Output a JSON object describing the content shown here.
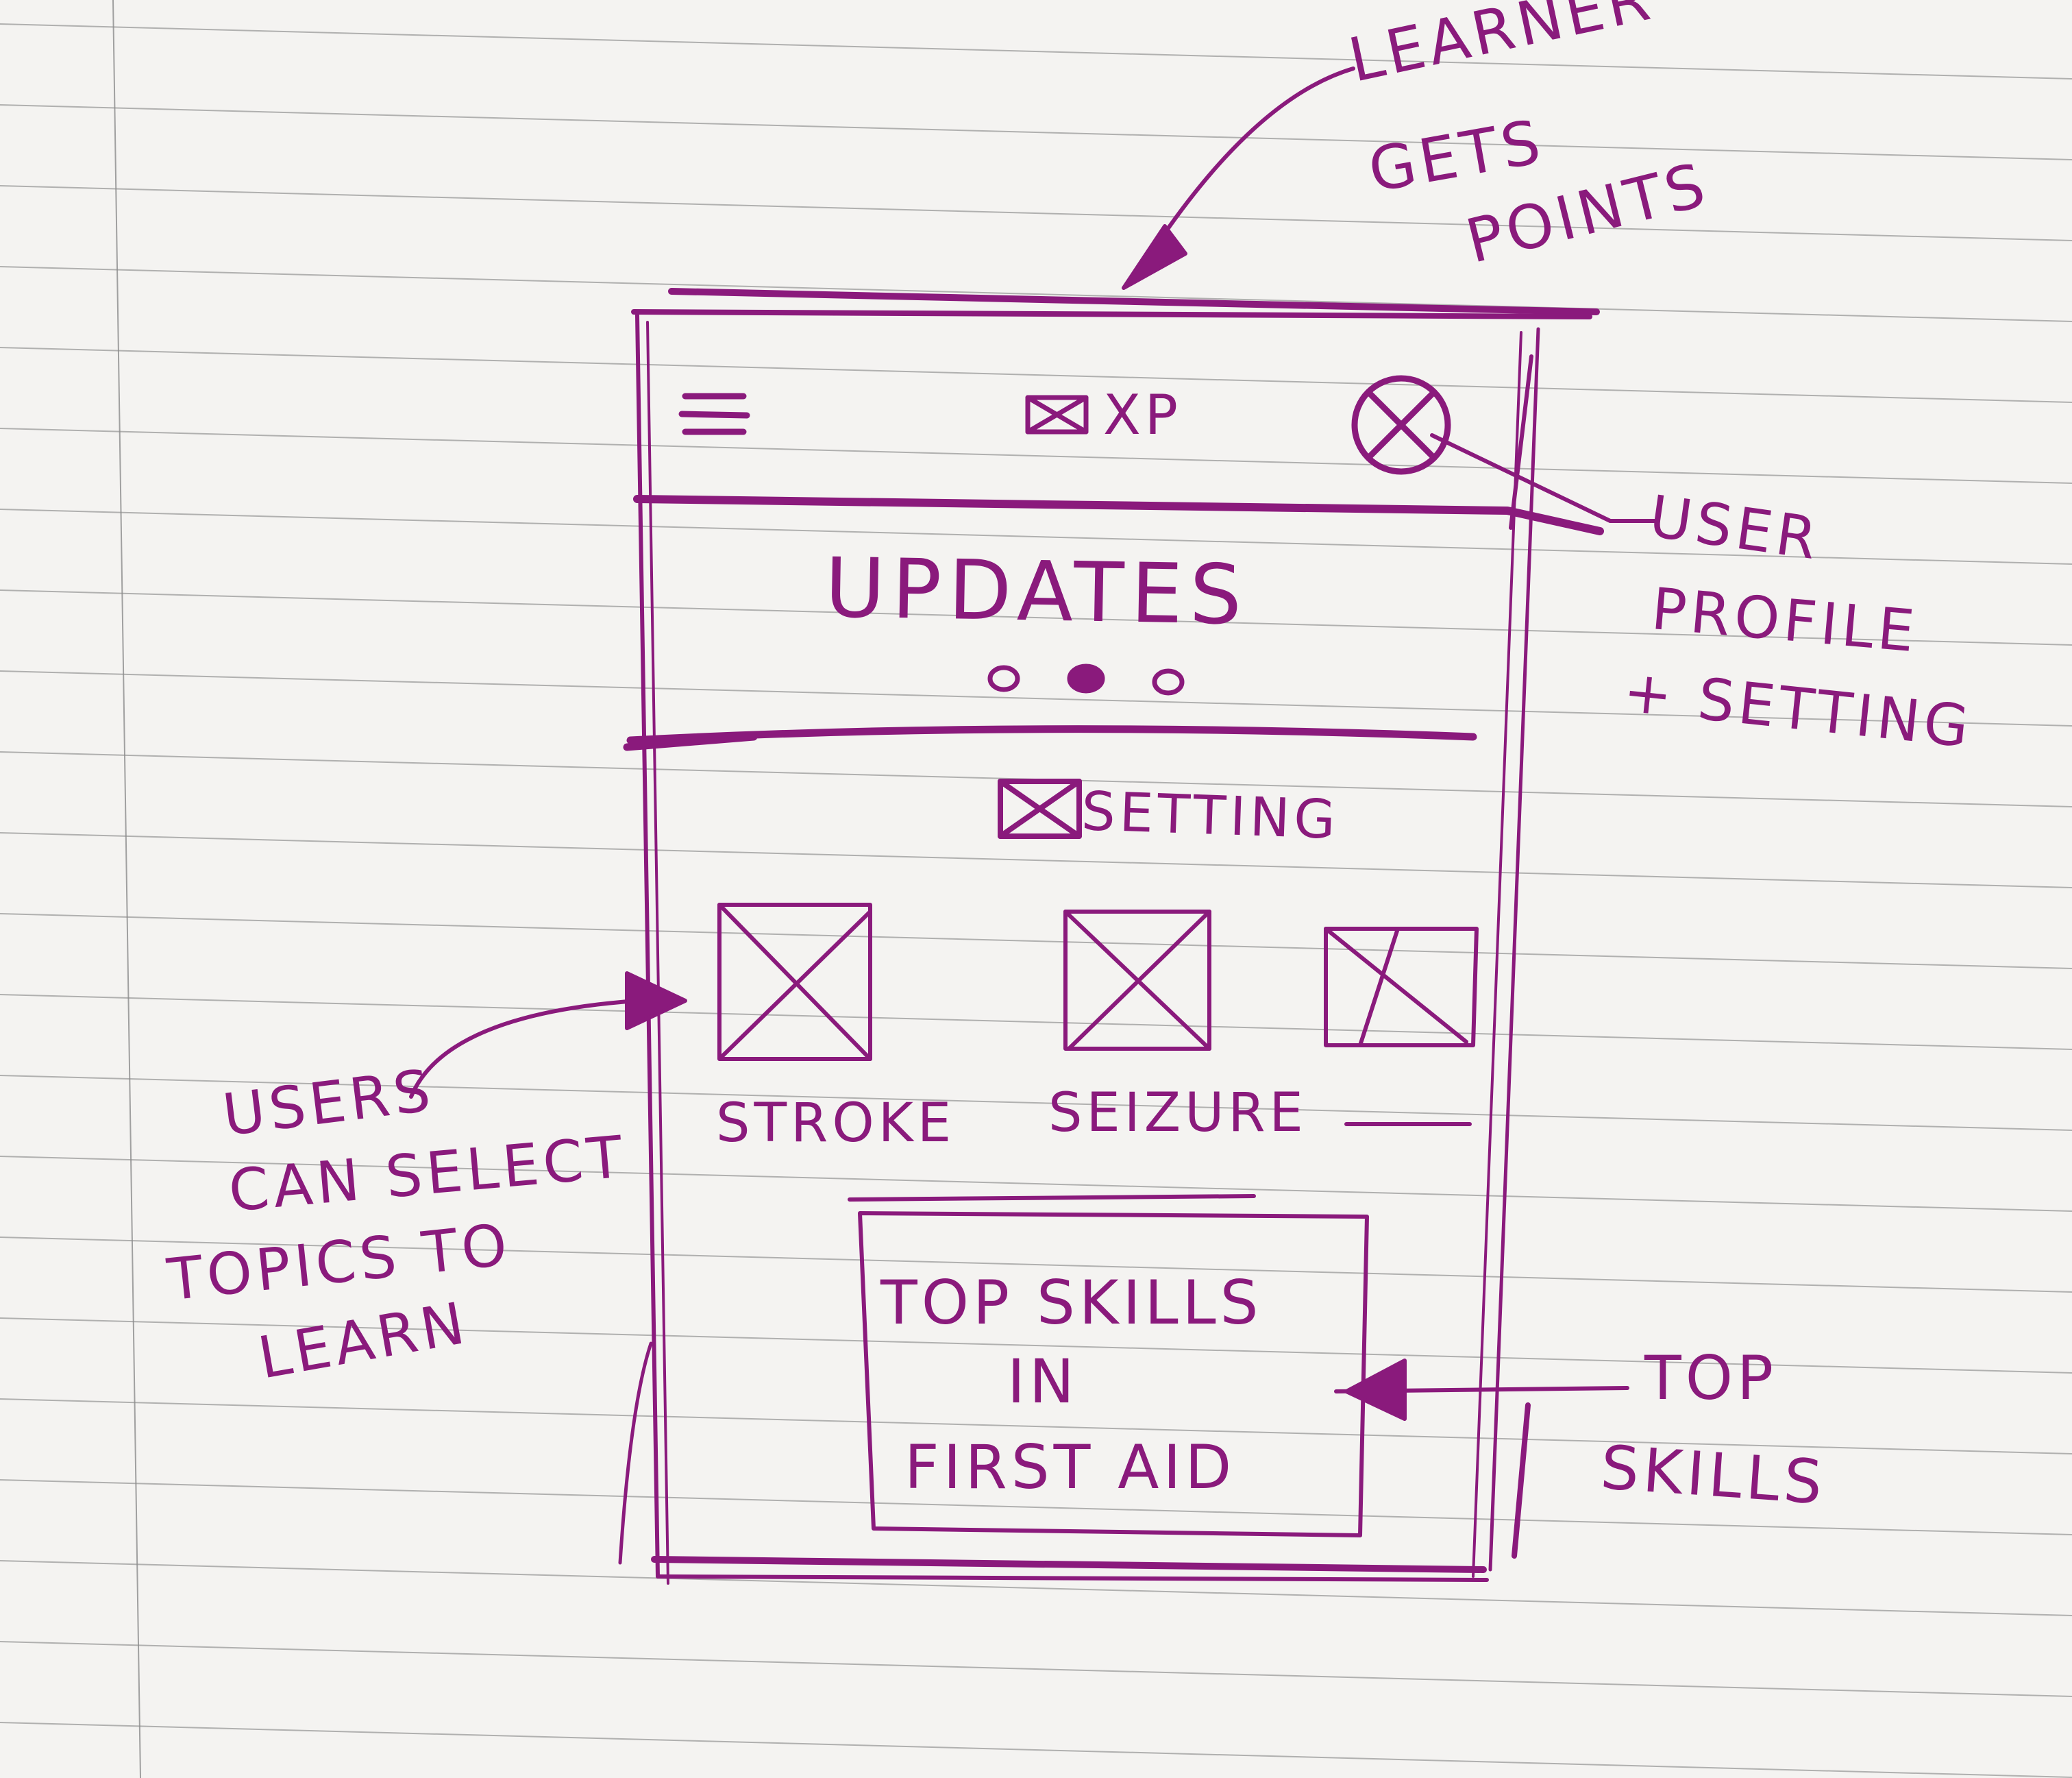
{
  "sketch": {
    "app_bar": {
      "menu_icon": "hamburger-menu-icon",
      "xp_label": "XP",
      "profile_icon": "user-avatar-icon"
    },
    "updates": {
      "title": "UPDATES",
      "pager_dots": 3
    },
    "setting": {
      "label": "SETTING"
    },
    "topics": [
      {
        "label": "STROKE"
      },
      {
        "label": "SEIZURE"
      },
      {
        "label": ""
      }
    ],
    "top_skills_card": {
      "line1": "TOP SKILLS",
      "line2": "IN",
      "line3": "FIRST AID"
    }
  },
  "annotations": {
    "points": [
      "LEARNER",
      "GETS",
      "POINTS"
    ],
    "profile": [
      "USER",
      "PROFILE",
      "+ SETTING"
    ],
    "topics": [
      "USERS",
      "CAN SELECT",
      "TOPICS TO",
      "LEARN"
    ],
    "skills": [
      "TOP",
      "SKILLS"
    ]
  },
  "colors": {
    "ink": "#8a1a7c",
    "paper": "#f4f3f1",
    "rule": "#9a9a9a"
  }
}
